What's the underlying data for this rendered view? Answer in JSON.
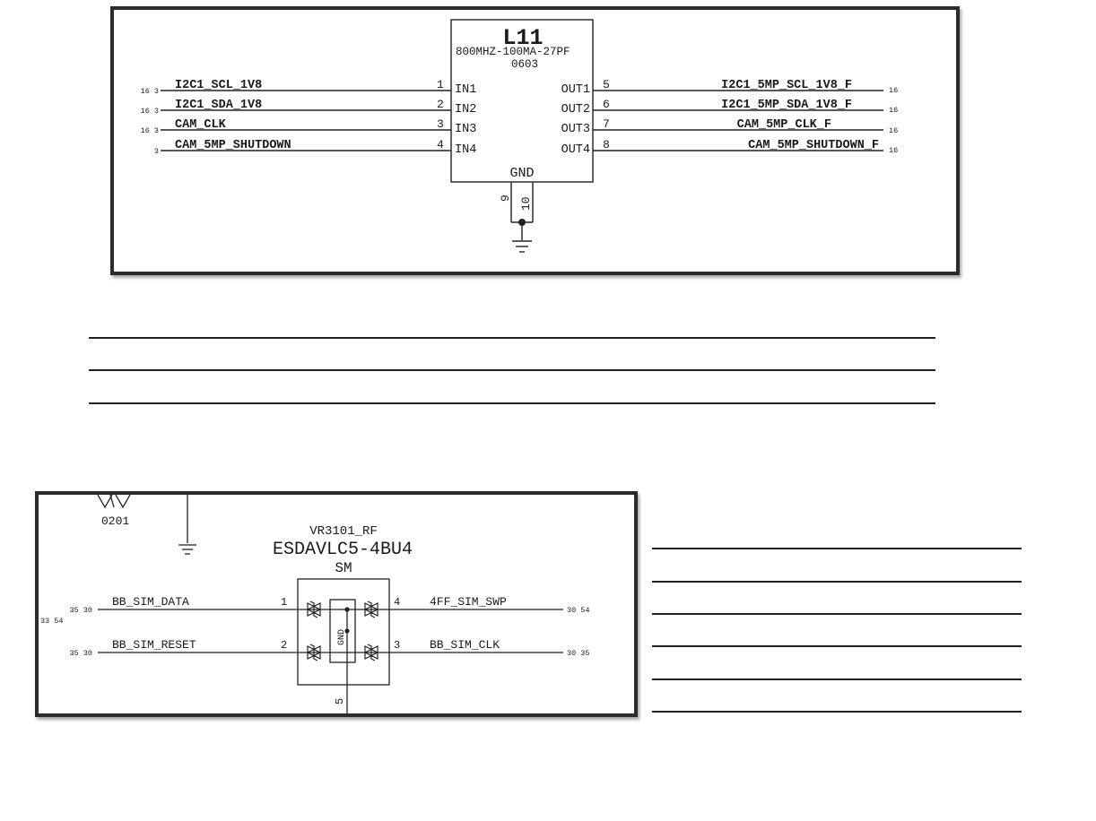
{
  "schematic1": {
    "ref": "L11",
    "value": "800MHZ-100MA-27PF",
    "package": "0603",
    "gnd_label": "GND",
    "gnd_pins": [
      "9",
      "10"
    ],
    "inputs": [
      {
        "net": "I2C1_SCL_1V8",
        "pin": "1",
        "port": "IN1",
        "ref": "16 3"
      },
      {
        "net": "I2C1_SDA_1V8",
        "pin": "2",
        "port": "IN2",
        "ref": "16 3"
      },
      {
        "net": "CAM_CLK",
        "pin": "3",
        "port": "IN3",
        "ref": "16 3"
      },
      {
        "net": "CAM_5MP_SHUTDOWN",
        "pin": "4",
        "port": "IN4",
        "ref": "3"
      }
    ],
    "outputs": [
      {
        "net": "I2C1_5MP_SCL_1V8_F",
        "pin": "5",
        "port": "OUT1",
        "ref": "16"
      },
      {
        "net": "I2C1_5MP_SDA_1V8_F",
        "pin": "6",
        "port": "OUT2",
        "ref": "16"
      },
      {
        "net": "CAM_5MP_CLK_F",
        "pin": "7",
        "port": "OUT3",
        "ref": "16"
      },
      {
        "net": "CAM_5MP_SHUTDOWN_F",
        "pin": "8",
        "port": "OUT4",
        "ref": "16"
      }
    ]
  },
  "schematic2": {
    "fragment_label": "0201",
    "ref": "VR3101_RF",
    "part": "ESDAVLC5-4BU4",
    "package": "SM",
    "gnd_label": "GND",
    "gnd_pin": "5",
    "nets": [
      {
        "net": "BB_SIM_DATA",
        "pin": "1",
        "ref": "35 30",
        "extra_ref": "33 54"
      },
      {
        "net": "BB_SIM_RESET",
        "pin": "2",
        "ref": "35 30"
      },
      {
        "net": "4FF_SIM_SWP",
        "pin": "4",
        "ref": "30 54"
      },
      {
        "net": "BB_SIM_CLK",
        "pin": "3",
        "ref": "30 35"
      }
    ]
  }
}
